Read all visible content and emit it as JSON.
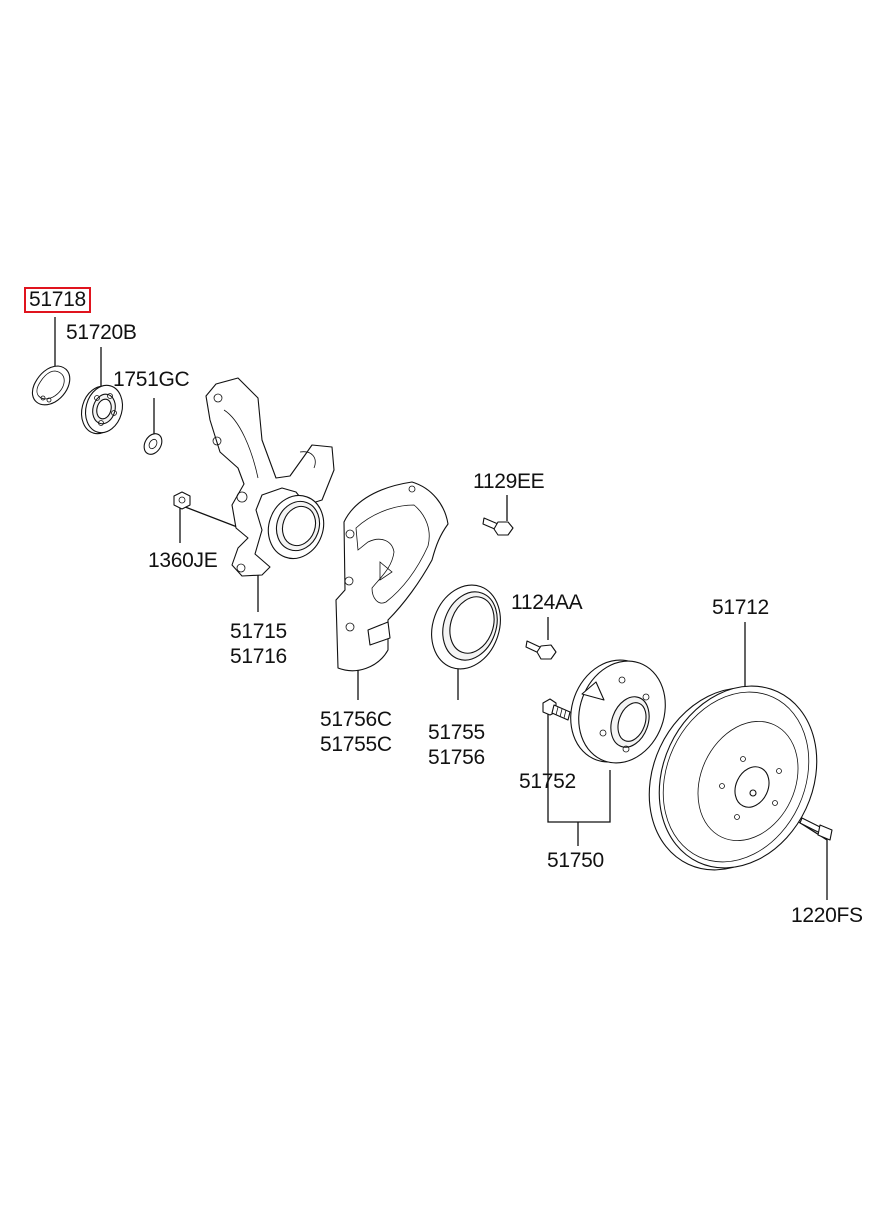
{
  "labels": {
    "p51718": "51718",
    "p51720b": "51720B",
    "p1751gc": "1751GC",
    "p1360je": "1360JE",
    "p51715": "51715",
    "p51716": "51716",
    "p1129ee": "1129EE",
    "p51756c": "51756C",
    "p51755c": "51755C",
    "p1124aa": "1124AA",
    "p51755": "51755",
    "p51756": "51756",
    "p51712": "51712",
    "p51752": "51752",
    "p51750": "51750",
    "p1220fs": "1220FS"
  },
  "highlight_color": "#e0141e"
}
